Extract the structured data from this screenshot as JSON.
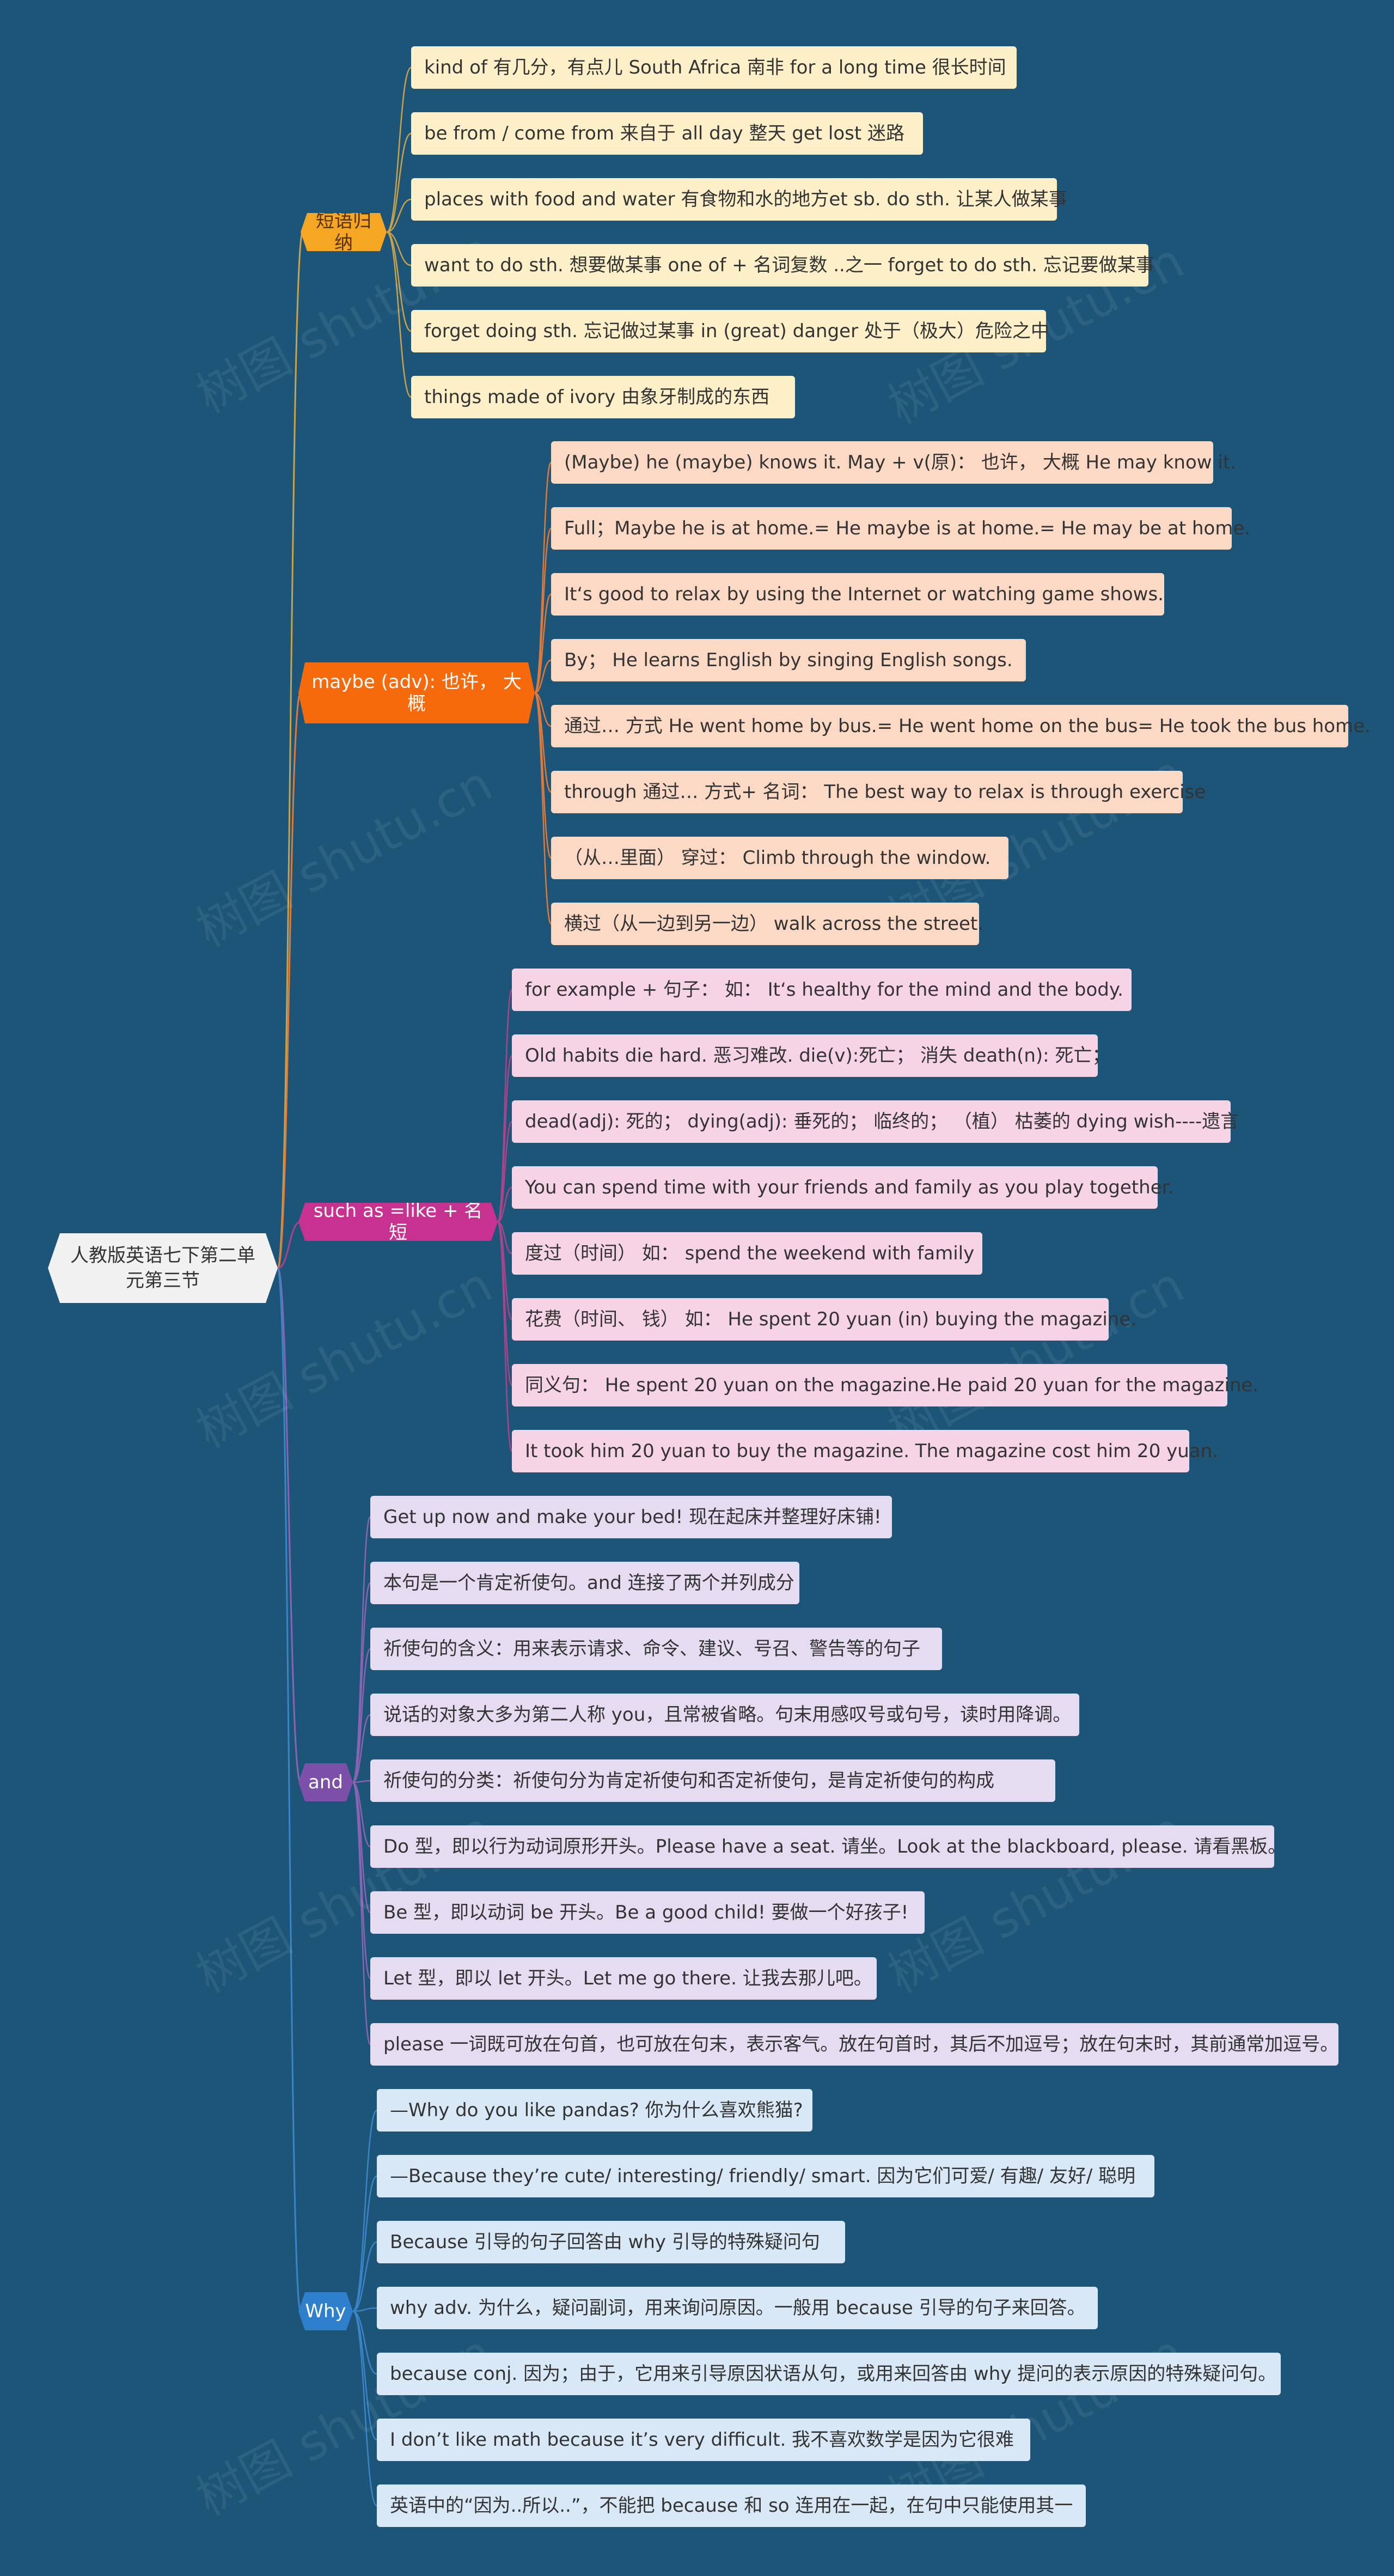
{
  "root": {
    "text": "人教版英语七下第二单元第三节"
  },
  "watermark": "树图 shutu.cn",
  "branches": [
    {
      "text": "短语归纳",
      "color": "#f5a623",
      "text_color": "#5a3200",
      "leaf_bg": "#fdf0c8",
      "line": "#c9a24a",
      "items": [
        "kind of 有几分，有点儿 South Africa 南非   for a long time 很长时间",
        " be from / come from 来自于  all day 整天  get lost 迷路",
        "places with food and water 有食物和水的地方et sb. do sth. 让某人做某事",
        "want to do sth. 想要做某事 one of + 名词复数  ..之一 forget to do sth. 忘记要做某事",
        "forget doing sth. 忘记做过某事  in (great) danger 处于（极大）危险之中",
        "  things made of ivory 由象牙制成的东西"
      ]
    },
    {
      "text": "maybe (adv): 也许，  大概",
      "color": "#f76a0c",
      "text_color": "#ffffff",
      "leaf_bg": "#fcd9c4",
      "line": "#e07a3a",
      "items": [
        "(Maybe) he (maybe) knows it. May + v(原)：  也许，  大概 He may know it.",
        " Full；Maybe he is at home.= He maybe is at home.= He may be at home.",
        "It‘s good to relax by using the Internet or watching game shows.",
        "  By； He learns English by singing English songs.",
        " 通过… 方式 He went home by bus.= He went home on the bus= He took the bus home.",
        "through 通过… 方式+ 名词：  The best way to relax is through exercise",
        "  （从…里面） 穿过：  Climb through the window.",
        " 横过（从一边到另一边） walk across the street."
      ]
    },
    {
      "text": "such as =like + 名短",
      "color": "#c7318f",
      "text_color": "#ffffff",
      "leaf_bg": "#f6d4e6",
      "line": "#a8448a",
      "items": [
        " for example + 句子：  如：  It‘s healthy for the mind and the body.",
        "Old habits die hard. 恶习难改. die(v):死亡；  消失 death(n): 死亡；",
        "dead(adj): 死的；  dying(adj): 垂死的；  临终的；  （植） 枯萎的 dying wish----遗言",
        "You can spend time with your friends and family as you play together.",
        " 度过（时间）  如：  spend the weekend with family",
        "花费（时间、 钱）  如：  He spent 20 yuan (in) buying the magazine.",
        "同义句：  He spent 20 yuan on the magazine.He paid 20 yuan for the magazine.",
        "It took him 20 yuan to buy the magazine.  The magazine cost him 20 yuan."
      ]
    },
    {
      "text": "and",
      "color": "#7c4fa8",
      "text_color": "#ffffff",
      "leaf_bg": "#e6dcf2",
      "line": "#8a64b2",
      "items": [
        " Get up now and make your bed! 现在起床并整理好床铺!",
        "本句是一个肯定祈使句。and 连接了两个并列成分",
        " 祈使句的含义：用来表示请求、命令、建议、号召、警告等的句子",
        "说话的对象大多为第二人称 you，且常被省略。句末用感叹号或句号，读时用降调。",
        "    祈使句的分类：祈使句分为肯定祈使句和否定祈使句，是肯定祈使句的构成",
        " Do 型，即以行为动词原形开头。Please have a seat. 请坐。Look at the blackboard, please. 请看黑板。",
        "Be 型，即以动词 be 开头。Be a good child! 要做一个好孩子!",
        " Let 型，即以 let 开头。Let me go there. 让我去那儿吧。",
        "please 一词既可放在句首，也可放在句末，表示客气。放在句首时，其后不加逗号；放在句末时，其前通常加逗号。"
      ]
    },
    {
      "text": "Why",
      "color": "#2e7fcc",
      "text_color": "#ffffff",
      "leaf_bg": "#d8e8f6",
      "line": "#3a84c8",
      "items": [
        "—Why do you like pandas? 你为什么喜欢熊猫?",
        "  —Because they’re cute/ interesting/ friendly/ smart. 因为它们可爱/ 有趣/ 友好/ 聪明",
        "  Because 引导的句子回答由 why 引导的特殊疑问句",
        "  why adv. 为什么，疑问副词，用来询问原因。一般用 because 引导的句子来回答。",
        "  because conj. 因为；由于，它用来引导原因状语从句，或用来回答由 why 提问的表示原因的特殊疑问句。",
        "I don’t like math because it’s very difficult. 我不喜欢数学是因为它很难",
        "英语中的“因为..所以..”，不能把 because 和 so 连用在一起，在句中只能使用其一"
      ]
    }
  ]
}
